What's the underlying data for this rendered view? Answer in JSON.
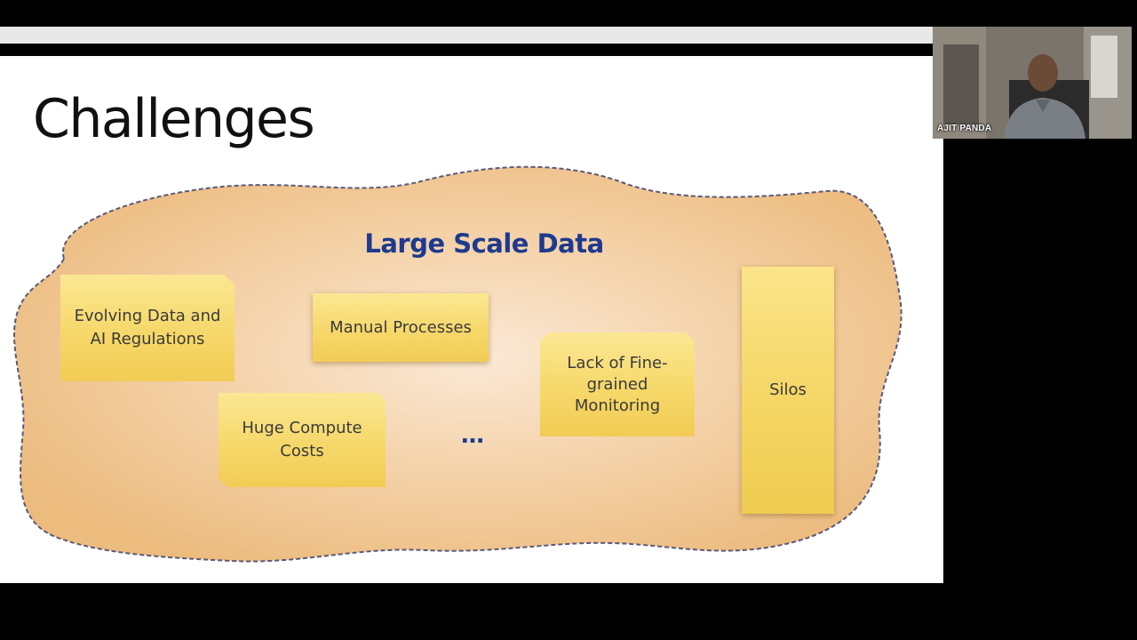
{
  "slide": {
    "title": "Challenges",
    "heading": "Large Scale Data",
    "cards": {
      "evolving": "Evolving Data and AI Regulations",
      "manual": "Manual Processes",
      "huge_compute": "Huge Compute Costs",
      "lack_monitoring": "Lack of Fine-grained Monitoring",
      "silos": "Silos"
    },
    "ellipsis": "…"
  },
  "webcam": {
    "participant_name": "AJIT PANDA"
  },
  "colors": {
    "heading": "#1d3a8e",
    "card": "#f6d86a",
    "blob": "#f0c68e"
  }
}
